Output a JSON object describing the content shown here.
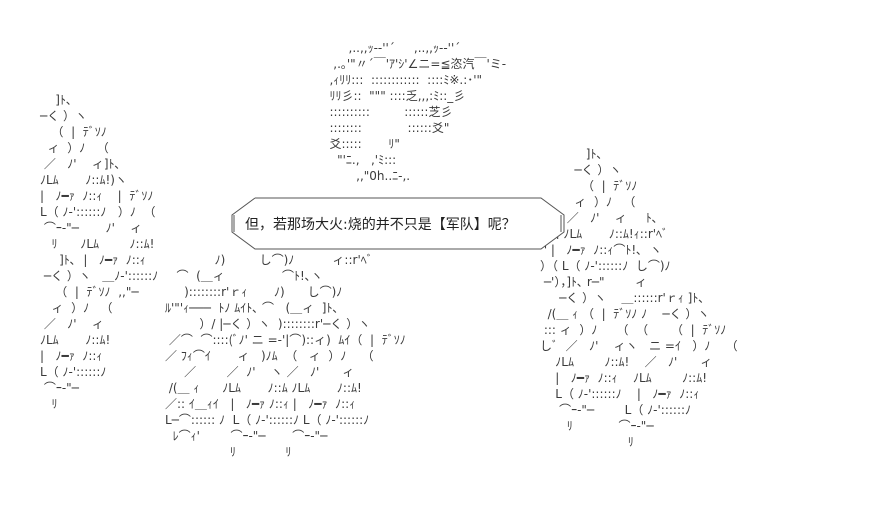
{
  "speech_bubble": {
    "text": "但，若那场大火:烧的并不只是【军队】呢？"
  },
  "art": {
    "head": [
      "        ,..,,ｯ-‐''´     ,..,,ｯ-‐''´",
      "    ,.｡'\"〃´￣'ｱ'ｼ'∠ニ=≦恣汽￣'ミ-",
      "   ,ｨﾘﾘ:::  ::::::::::::  ::::ﾐ※.:･'\"",
      "   ﾘﾘ彡::  \"\"\" ::::乏,,,:ﾐ::_彡",
      "   ::::::::::         ::::::芝彡",
      "   ::::::::            ::::::爻\"",
      "   爻:::::       ﾘ\"",
      "     \"'ﾆ.,   ,'ﾐ:::",
      "          ,,\"0h..ﾆ-,."
    ],
    "figure_left_top": [
      "    ]ﾄ､",
      "─く ）ヽ",
      "   （  |  ﾃﾞｿﾉ",
      "  ィ  ）ﾉ   （",
      " ／   ﾉ'    ィ]ﾄ､",
      "ﾉLﾑ       ﾉ::ﾑ!)ヽ",
      "|   ﾉ━ｧ  ﾉ::ｨ    |  ﾃﾞｿﾉ",
      "L（ ﾉ-'::::::ﾉ   ）ﾉ  （",
      " ⌒ｰ‐\"─       ﾉ'    ィ",
      "   ﾘ      ﾉLﾑ        ﾉ::ﾑ!",
      "     ]ﾄ､  |   ﾉ━ｧ  ﾉ::ｨ",
      " ─く ）ヽ   ＿ﾉ-'::::::ﾉ",
      "    （  |  ﾃﾞｿﾉ  ,,\"─",
      "   ィ  ）ﾉ   （",
      " ／   ﾉ'    ィ",
      "ﾉLﾑ       ﾉ::ﾑ!",
      "|   ﾉ━ｧ  ﾉ::ｨ",
      "L（ ﾉ-'::::::ﾉ",
      " ⌒ｰ‐\"─",
      "   ﾘ"
    ],
    "figure_center": [
      "             ﾉ)         し⌒)ﾉ          ィ::r'ﾍﾞ",
      "   ⌒  (＿ィ               ⌒ﾄ!､ヽ",
      "     )::::::::r'ｒｨ       ﾉ)      し⌒)ﾉ",
      "ﾙ'\"'ｨ───  ﾄﾉ ﾑｲﾄ､ ⌒   (＿ィ  ]ﾄ､",
      "         ）/ |─く ）ヽ  )::::::::r'─く ）ヽ",
      " ／⌒  ⌒::::(ﾞﾉ' ニ =-'|⌒)::ィ)  ﾑｲ（  |  ﾃﾞｿﾉ",
      "／ ﾌｨ⌒ｲ       ィ   )ﾉﾑ  （   ィ  ）ﾉ    （",
      "     ／        ／  ﾉ'    ヽ ／   ﾉ'      ィ",
      " /(＿ ｨ      ﾉLﾑ       ﾉ::ﾑ ﾉLﾑ       ﾉ::ﾑ!",
      "／:: ｲ＿ｨｲ   |   ﾉ━ｧ ﾉ::ｨ |   ﾉ━ｧ  ﾉ::ｨ",
      "L─⌒:::::: ﾉ  L（ ﾉ-'::::::ﾉ L（ ﾉ-'::::::ﾉ",
      "  ﾚ⌒ｨ'        ⌒ｰ‐\"─       ⌒ｰ‐\"─",
      "                 ﾘ             ﾘ"
    ],
    "figure_right": [
      "            ]ﾄ､",
      "         ─く ）ヽ",
      "           （  |  ﾃﾞｿﾉ",
      "         ィ  ）ﾉ   （",
      "       ／   ﾉ'    ィ     ﾄ､",
      "   ィﾉLﾑ       ﾉ::ﾑ!ｨ::r'ﾍﾞ",
      " ' |   ﾉ━ｧ  ﾉ::ｨ⌒ﾄ!､  ヽ",
      "）（ L（ ﾉ-'::::::ﾉ  し⌒)ﾉ",
      " ─'），]ﾄ､ r─\"        ィ",
      "     ─く ）ヽ    ＿::::::r'ｒｨ ]ﾄ､",
      "  /(＿ ｨ （  |  ﾃﾞｿﾉ ﾉ    ─く ）ヽ",
      " ::: ィ  ）ﾉ     （  （      （  |  ﾃﾞｿﾉ",
      "しﾞ  ／   ﾉ'    ィヽ   ニ =ｲ   ）ﾉ    （",
      "    ﾉLﾑ        ﾉ::ﾑ!    ／   ﾉ'      ィ",
      "    |   ﾉ━ｧ  ﾉ::ｨ    ﾉLﾑ        ﾉ::ﾑ!",
      "    L（ ﾉ-'::::::ﾉ    |   ﾉ━ｧ  ﾉ::ｨ",
      "     ⌒ｰ‐\"─        L（ ﾉ-'::::::ﾉ",
      "       ﾘ            ⌒ｰ‐\"─",
      "                       ﾘ"
    ]
  },
  "colors": {
    "background": "#ffffff",
    "ink": "#3a3a3a",
    "bubble_stroke": "#555555"
  }
}
